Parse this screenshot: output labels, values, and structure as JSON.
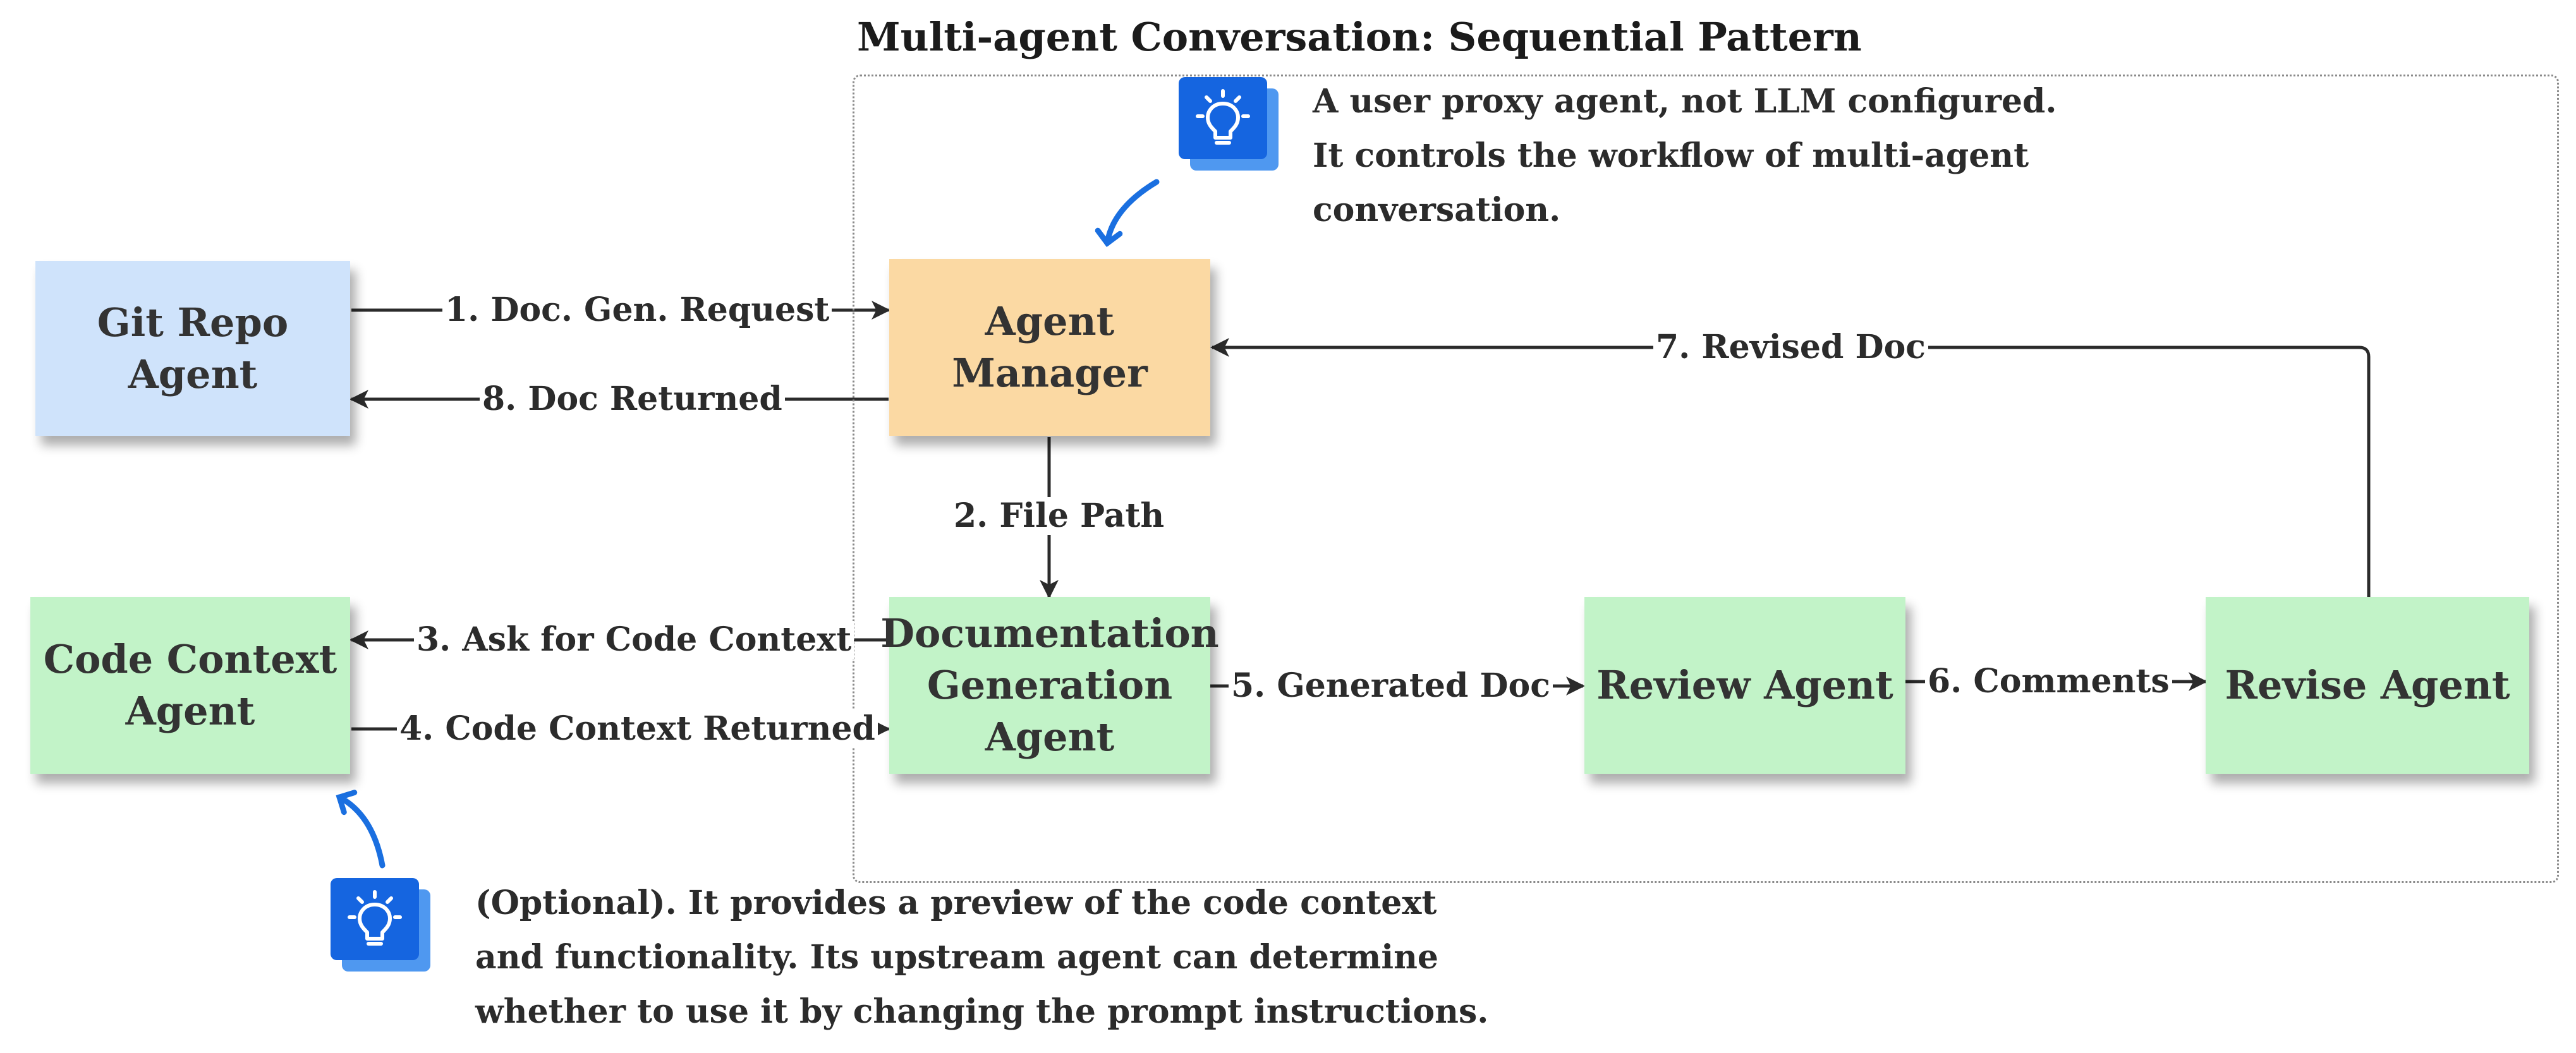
{
  "title": "Multi-agent Conversation: Sequential Pattern",
  "nodes": {
    "git_repo": "Git Repo\nAgent",
    "agent_manager": "Agent\nManager",
    "code_context": "Code Context\nAgent",
    "doc_gen": "Documentation\nGeneration\nAgent",
    "review": "Review Agent",
    "revise": "Revise Agent"
  },
  "edges": {
    "e1": "1. Doc. Gen. Request",
    "e2": "2. File Path",
    "e3": "3. Ask for Code Context",
    "e4": "4. Code Context Returned",
    "e5": "5. Generated Doc",
    "e6": "6. Comments",
    "e7": "7. Revised Doc",
    "e8": "8. Doc Returned"
  },
  "notes": {
    "manager_note": [
      "A user proxy agent, not LLM configured.",
      "It controls the workflow of multi-agent",
      "conversation."
    ],
    "context_note": [
      "(Optional). It provides a preview of the code context",
      "and functionality. Its upstream agent can determine",
      "whether to use it by changing the prompt instructions."
    ]
  },
  "icons": {
    "note_icon": "lightbulb-icon"
  },
  "colors": {
    "git_repo_fill": "#cfe3fb",
    "manager_fill": "#fbd9a3",
    "agent_fill": "#c2f3c8",
    "icon_blue": "#1565e0",
    "pointer_arrow": "#1a6fe0"
  }
}
